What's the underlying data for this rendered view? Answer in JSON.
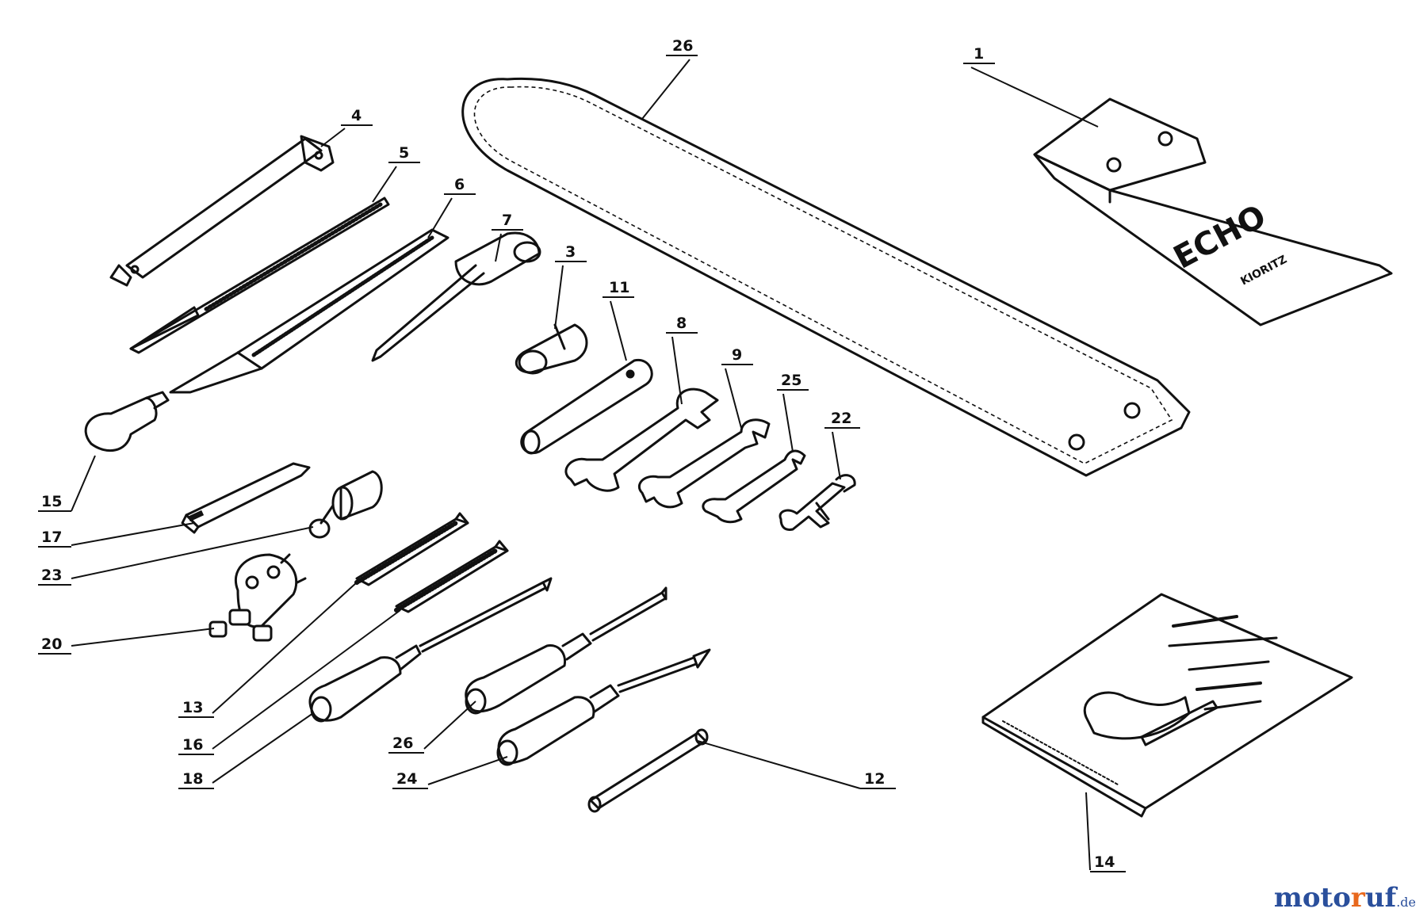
{
  "callouts": [
    {
      "id": "p26_top",
      "label": "26"
    },
    {
      "id": "p1",
      "label": "1"
    },
    {
      "id": "p4",
      "label": "4"
    },
    {
      "id": "p5",
      "label": "5"
    },
    {
      "id": "p6",
      "label": "6"
    },
    {
      "id": "p7",
      "label": "7"
    },
    {
      "id": "p3",
      "label": "3"
    },
    {
      "id": "p11",
      "label": "11"
    },
    {
      "id": "p8",
      "label": "8"
    },
    {
      "id": "p9",
      "label": "9"
    },
    {
      "id": "p25",
      "label": "25"
    },
    {
      "id": "p22",
      "label": "22"
    },
    {
      "id": "p15",
      "label": "15"
    },
    {
      "id": "p17",
      "label": "17"
    },
    {
      "id": "p23",
      "label": "23"
    },
    {
      "id": "p20",
      "label": "20"
    },
    {
      "id": "p13",
      "label": "13"
    },
    {
      "id": "p16",
      "label": "16"
    },
    {
      "id": "p18",
      "label": "18"
    },
    {
      "id": "p26_bottom",
      "label": "26"
    },
    {
      "id": "p24",
      "label": "24"
    },
    {
      "id": "p12",
      "label": "12"
    },
    {
      "id": "p14",
      "label": "14"
    }
  ],
  "pouch": {
    "brand": "ECHO",
    "code": "KIORITZ"
  },
  "watermark": {
    "main_a": "moto",
    "main_b": "r",
    "main_c": "uf",
    "tld": ".de"
  }
}
